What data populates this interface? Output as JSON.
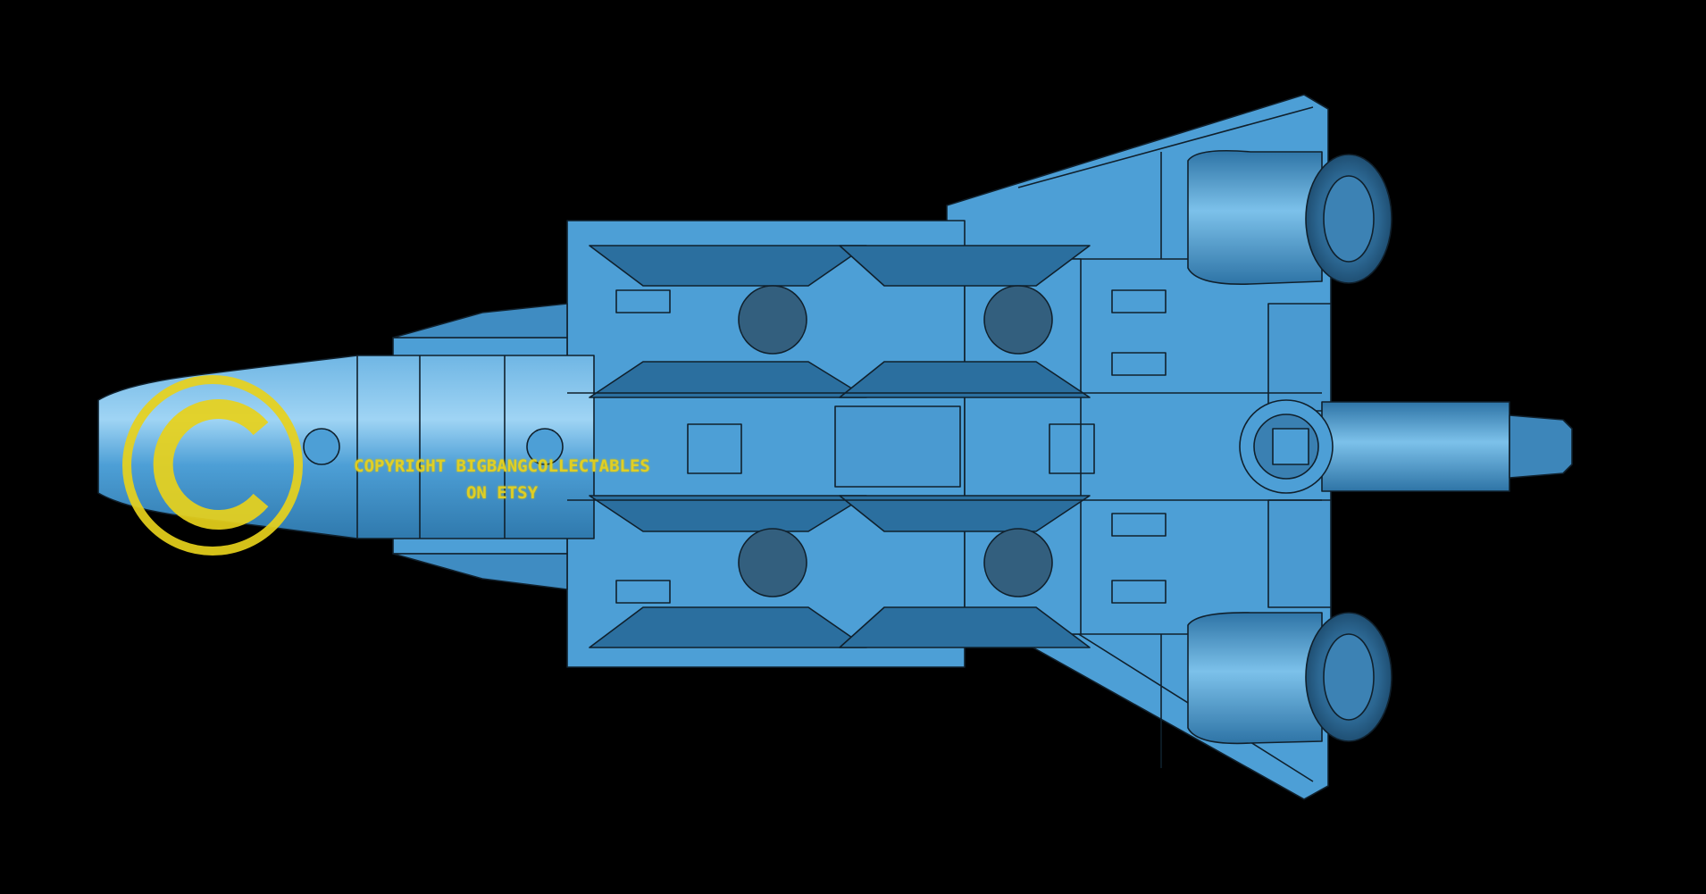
{
  "watermark": {
    "line1": "COPYRIGHT BIGBANGCOLLECTABLES",
    "line2": "ON ETSY"
  },
  "colors": {
    "background": "#000000",
    "hull": "#4d9fd6",
    "hull_dark": "#2b6f9f",
    "hull_light": "#7fc0ea",
    "panel_line": "#10202c",
    "watermark": "#e8d21c"
  },
  "icons": {
    "watermark_logo": "copyright-c-logo"
  }
}
